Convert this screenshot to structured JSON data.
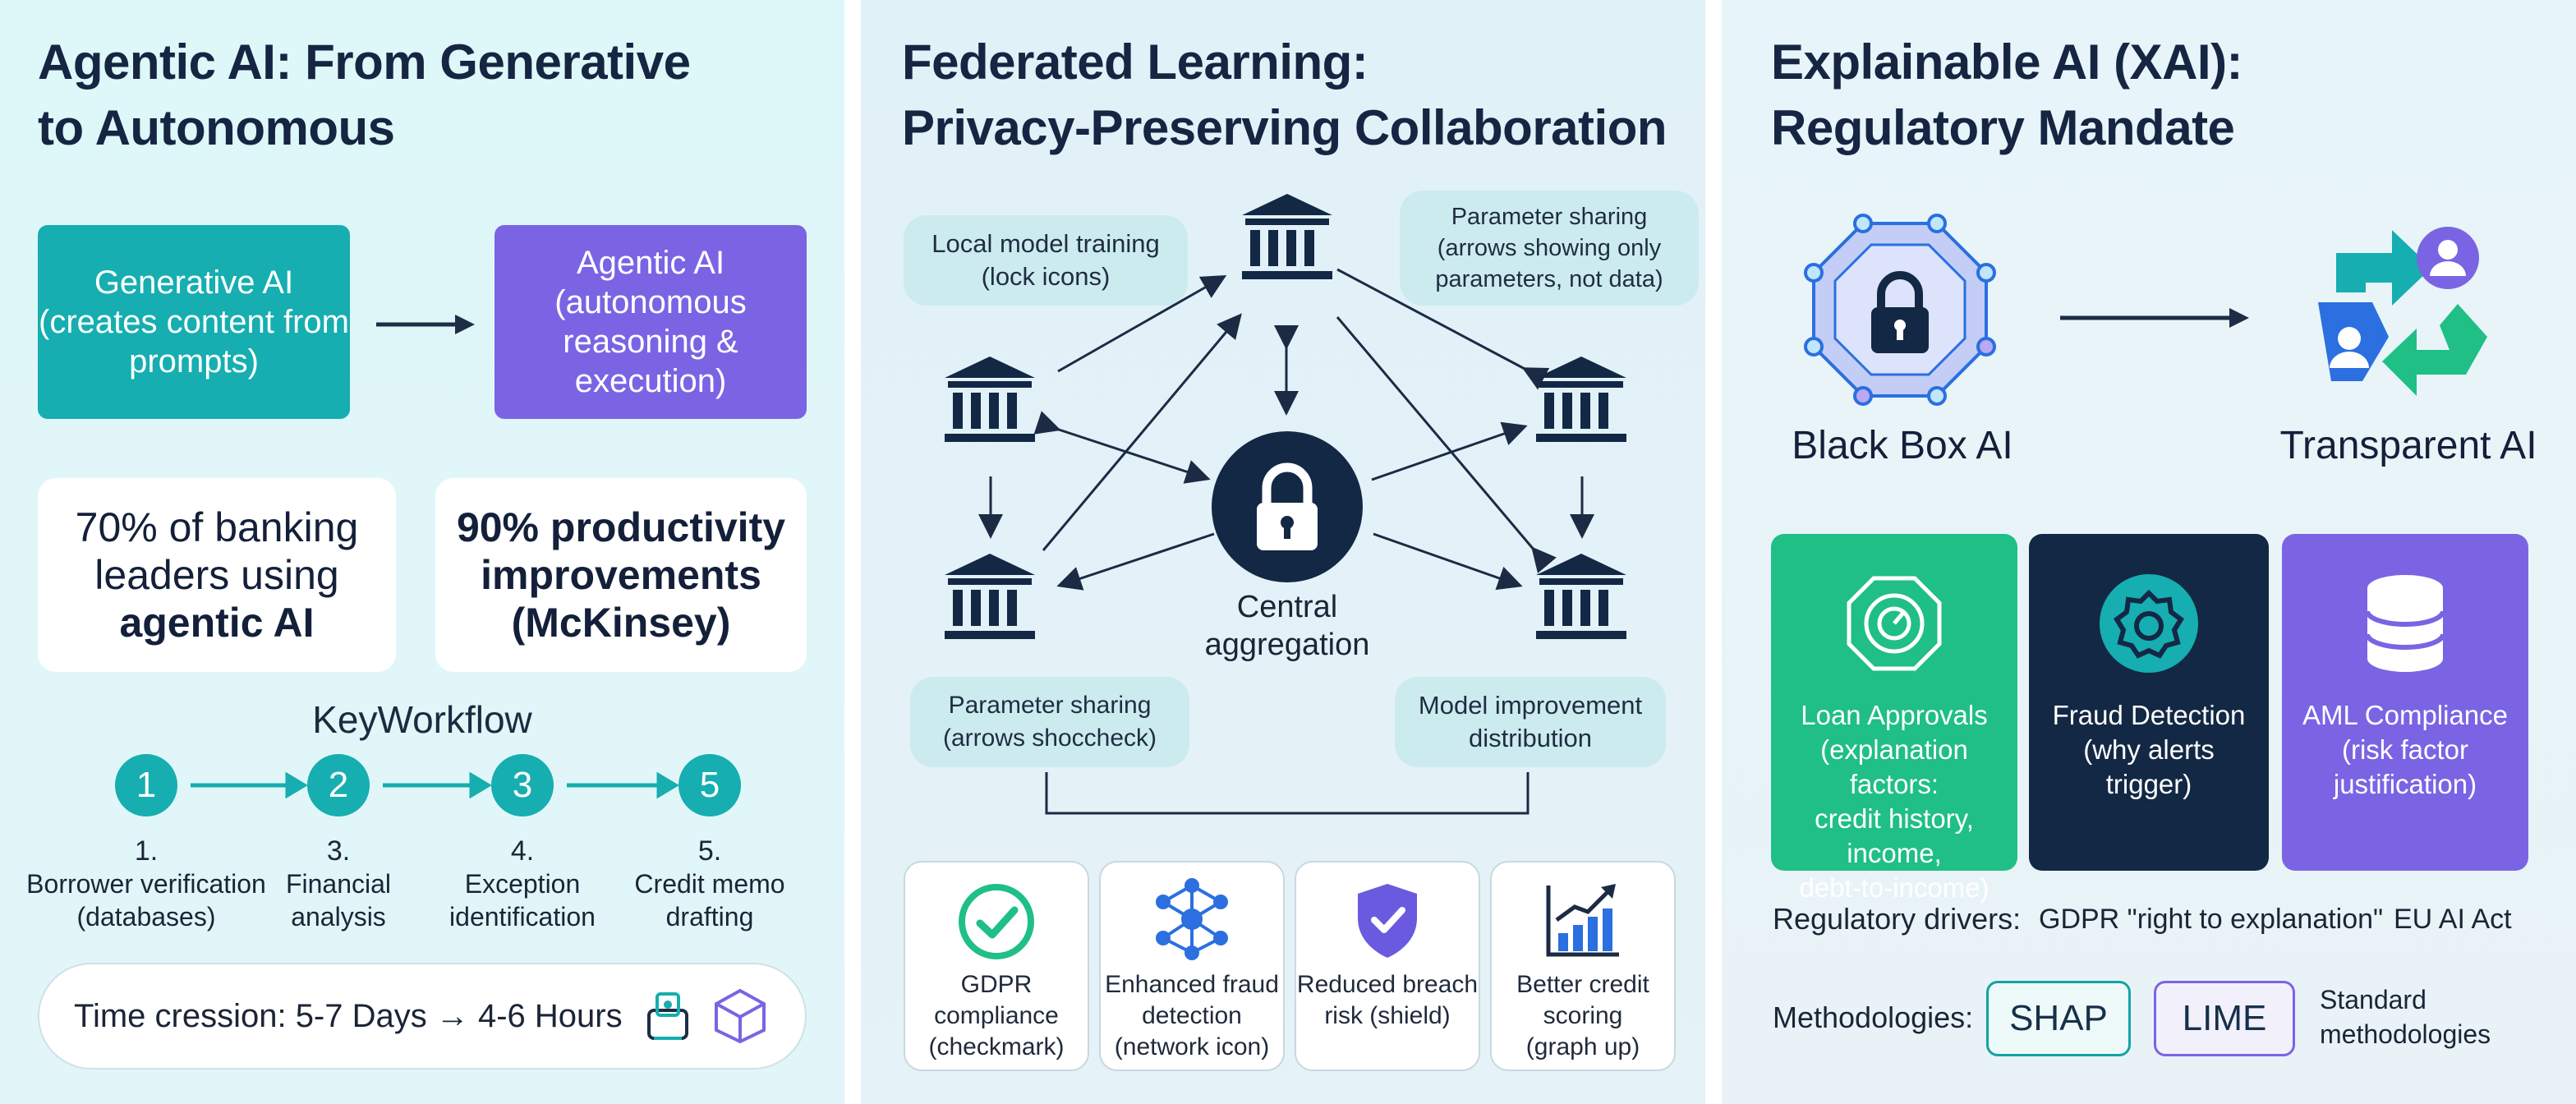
{
  "panel1": {
    "title_line1": "Agentic AI: From Generative",
    "title_line2": "to Autonomous",
    "generative_box": [
      "Generative AI",
      "(creates content from",
      "prompts)"
    ],
    "agentic_box": [
      "Agentic AI",
      "(autonomous",
      "reasoning &",
      "execution)"
    ],
    "stat1": [
      "70% of banking",
      "leaders using",
      "agentic AI"
    ],
    "stat2": [
      "90% productivity",
      "improvements",
      "(McKinsey)"
    ],
    "workflow_title": "KeyWorkflow",
    "steps": [
      {
        "num": "1",
        "label1": "1.",
        "label2": "Borrower verification",
        "label3": "(databases)"
      },
      {
        "num": "2",
        "label1": "3.",
        "label2": "Financial",
        "label3": "analysis"
      },
      {
        "num": "3",
        "label1": "4.",
        "label2": "Exception",
        "label3": "identification"
      },
      {
        "num": "5",
        "label1": "5.",
        "label2": "Credit memo",
        "label3": "drafting"
      }
    ],
    "time_text": "Time cression: 5-7 Days → 4-6 Hours",
    "colors": {
      "teal": "#16aeb0",
      "purple": "#7a64e4"
    }
  },
  "panel2": {
    "title_line1": "Federated Learning:",
    "title_line2": "Privacy-Preserving Collaboration",
    "label_local": [
      "Local model training",
      "(lock icons)"
    ],
    "label_param_top": [
      "Parameter sharing",
      "(arrows showing only",
      "parameters, not data)"
    ],
    "central_label": [
      "Central",
      "aggregation"
    ],
    "label_param_bottom": [
      "Parameter sharing",
      "(arrows shoccheck)"
    ],
    "label_model": [
      "Model improvement",
      "distribution"
    ],
    "benefits": [
      {
        "icon": "check-circle-icon",
        "label": [
          "GDPR compliance",
          "(checkmark)"
        ]
      },
      {
        "icon": "network-icon",
        "label": [
          "Enhanced fraud",
          "detection",
          "(network icon)"
        ]
      },
      {
        "icon": "shield-icon",
        "label": [
          "Reduced breach",
          "risk (shield)"
        ]
      },
      {
        "icon": "graph-up-icon",
        "label": [
          "Better credit",
          "scoring",
          "(graph up)"
        ]
      }
    ]
  },
  "panel3": {
    "title_line1": "Explainable AI (XAI):",
    "title_line2": "Regulatory Mandate",
    "blackbox_label": "Black Box AI",
    "transparent_label": "Transparent AI",
    "cards": [
      {
        "label": [
          "Loan Approvals",
          "(explanation factors:",
          "credit history, income,",
          "debt-to-income)"
        ],
        "color": "#1fbf86"
      },
      {
        "label": [
          "Fraud Detection",
          "(why alerts",
          "trigger)"
        ],
        "color": "#132844"
      },
      {
        "label": [
          "AML Compliance",
          "(risk factor",
          "justification)"
        ],
        "color": "#7a64e4"
      }
    ],
    "drivers_label": "Regulatory drivers:",
    "driver1": "GDPR \"right to explanation\"",
    "driver2": "EU AI Act",
    "methodologies_label": "Methodologies:",
    "method1": "SHAP",
    "method2": "LIME",
    "standard": [
      "Standard",
      "methodologies"
    ]
  }
}
